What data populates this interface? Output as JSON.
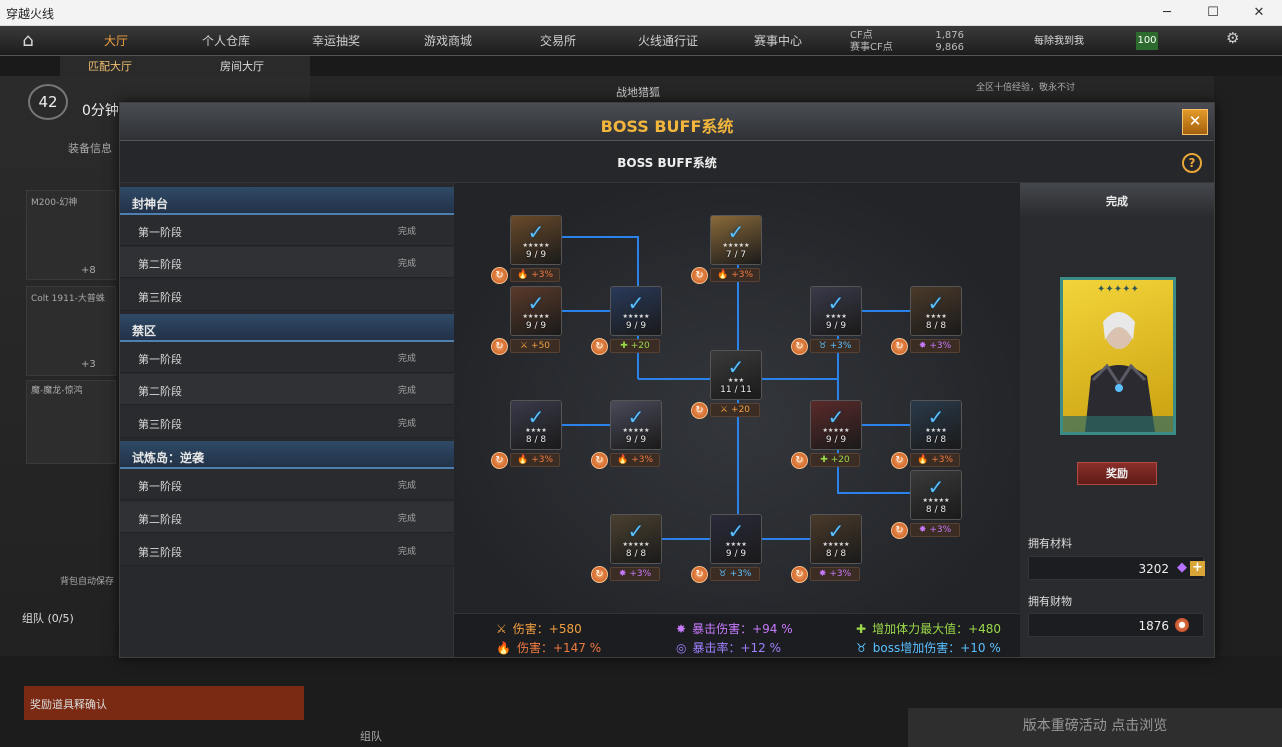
{
  "window": {
    "title": "穿越火线",
    "minimize": "─",
    "maximize": "☐",
    "close": "✕"
  },
  "topnav": {
    "tabs": [
      "大厅",
      "个人仓库",
      "幸运抽奖",
      "游戏商城",
      "交易所",
      "火线通行证",
      "赛事中心"
    ],
    "cf_label": "CF点",
    "cf_value": "1,876",
    "match_cf_label": "赛事CF点",
    "match_cf_value": "9,866",
    "checkin": "每除我到我",
    "signal": "100"
  },
  "subnav": {
    "tabs": [
      "匹配大厅",
      "房间大厅"
    ]
  },
  "background": {
    "level": "42",
    "rank_text": "0分钟",
    "equip_info": "装备信息",
    "weapon1": "M200-幻神",
    "weapon2": "Colt 1911-大普蛛",
    "weapon3": "魔-魔龙-惊鸿",
    "plus8": "+8",
    "plus3": "+3",
    "team": "组队 (0/5)",
    "auto_save": "背包自动保存",
    "confirm": "奖励道具释确认",
    "team_bottom": "组队",
    "strip_title": "战地猎狐",
    "notice": "全区十倍经验，敬永不讨",
    "banner": "版本重磅活动 点击浏览"
  },
  "modal": {
    "title": "BOSS BUFF系统",
    "subtitle": "BOSS BUFF系统",
    "close": "✕",
    "help": "?"
  },
  "stages": [
    {
      "group": "封神台",
      "items": [
        {
          "name": "第一阶段",
          "status": "完成"
        },
        {
          "name": "第二阶段",
          "status": "完成"
        },
        {
          "name": "第三阶段",
          "status": ""
        }
      ]
    },
    {
      "group": "禁区",
      "items": [
        {
          "name": "第一阶段",
          "status": "完成"
        },
        {
          "name": "第二阶段",
          "status": "完成"
        },
        {
          "name": "第三阶段",
          "status": "完成"
        }
      ]
    },
    {
      "group": "试炼岛：逆袭",
      "items": [
        {
          "name": "第一阶段",
          "status": "完成"
        },
        {
          "name": "第二阶段",
          "status": "完成"
        },
        {
          "name": "第三阶段",
          "status": "完成"
        }
      ]
    }
  ],
  "nodes": [
    {
      "id": "n1",
      "count": "9 / 9",
      "stars": "★★★★★",
      "bonus": "+3%",
      "bonus_type": "fire",
      "portrait": "#6a4a2a"
    },
    {
      "id": "n2",
      "count": "7 / 7",
      "stars": "★★★★★",
      "bonus": "+3%",
      "bonus_type": "fire",
      "portrait": "#8a6a3a"
    },
    {
      "id": "n3",
      "count": "9 / 9",
      "stars": "★★★★★",
      "bonus": "+50",
      "bonus_type": "sword",
      "portrait": "#5a3a2a"
    },
    {
      "id": "n4",
      "count": "9 / 9",
      "stars": "★★★★★",
      "bonus": "+20",
      "bonus_type": "heal",
      "portrait": "#2a3a5a"
    },
    {
      "id": "n5",
      "count": "9 / 9",
      "stars": "★★★★",
      "bonus": "+3%",
      "bonus_type": "boss",
      "portrait": "#3a3a4a"
    },
    {
      "id": "n6",
      "count": "8 / 8",
      "stars": "★★★★",
      "bonus": "+3%",
      "bonus_type": "crit",
      "portrait": "#4a3a2a"
    },
    {
      "id": "n7",
      "count": "11 / 11",
      "stars": "★★★",
      "bonus": "+20",
      "bonus_type": "sword",
      "portrait": "#3a3a3a"
    },
    {
      "id": "n8",
      "count": "8 / 8",
      "stars": "★★★★",
      "bonus": "+3%",
      "bonus_type": "fire",
      "portrait": "#3a3a4a"
    },
    {
      "id": "n9",
      "count": "9 / 9",
      "stars": "★★★★★",
      "bonus": "+3%",
      "bonus_type": "fire",
      "portrait": "#4a4a5a"
    },
    {
      "id": "n10",
      "count": "9 / 9",
      "stars": "★★★★★",
      "bonus": "+20",
      "bonus_type": "heal",
      "portrait": "#5a2a2a"
    },
    {
      "id": "n11",
      "count": "8 / 8",
      "stars": "★★★★",
      "bonus": "+3%",
      "bonus_type": "fire",
      "portrait": "#2a3a4a"
    },
    {
      "id": "n12",
      "count": "8 / 8",
      "stars": "★★★★★",
      "bonus": "+3%",
      "bonus_type": "crit",
      "portrait": "#3a3a3a"
    },
    {
      "id": "n13",
      "count": "8 / 8",
      "stars": "★★★★★",
      "bonus": "+3%",
      "bonus_type": "crit",
      "portrait": "#4a4030"
    },
    {
      "id": "n14",
      "count": "9 / 9",
      "stars": "★★★★",
      "bonus": "+3%",
      "bonus_type": "boss",
      "portrait": "#2a2a3a"
    },
    {
      "id": "n15",
      "count": "8 / 8",
      "stars": "★★★★★",
      "bonus": "+3%",
      "bonus_type": "crit",
      "portrait": "#4a3a2a"
    }
  ],
  "summary": [
    {
      "label": "伤害：+580",
      "type": "sword",
      "color": "#f0a040"
    },
    {
      "label": "暴击伤害：+94 %",
      "type": "crit",
      "color": "#c87aff"
    },
    {
      "label": "增加体力最大值：+480",
      "type": "heal",
      "color": "#9ad84a"
    },
    {
      "label": "伤害：+147 %",
      "type": "fire",
      "color": "#f07a40"
    },
    {
      "label": "暴击率：+12 %",
      "type": "critrate",
      "color": "#a080ff"
    },
    {
      "label": "boss增加伤害：+10 %",
      "type": "boss",
      "color": "#5ac0ff"
    }
  ],
  "right_panel": {
    "status": "完成",
    "card_stars": "✦✦✦✦✦",
    "reward_button": "奖励",
    "materials_label": "拥有材料",
    "materials_value": "3202",
    "wealth_label": "拥有财物",
    "wealth_value": "1876",
    "plus": "+"
  },
  "colors": {
    "accent_gold": "#f3b63d",
    "line_blue": "#2a8cff",
    "check_blue": "#5cc0ff"
  },
  "bonus_icons": {
    "fire": "🔥",
    "sword": "⚔",
    "heal": "✚",
    "crit": "✸",
    "critrate": "◎",
    "boss": "♉"
  }
}
